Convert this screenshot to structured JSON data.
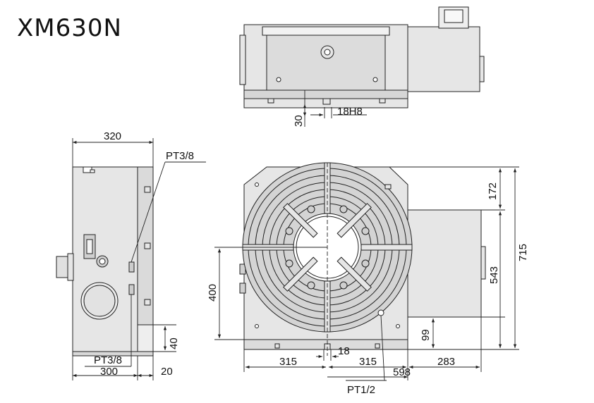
{
  "model": "XM630N",
  "dimensions": {
    "top_30": "30",
    "top_18h8": "18H8",
    "left_320": "320",
    "left_40": "40",
    "left_300": "300",
    "left_20": "20",
    "front_400": "400",
    "front_172": "172",
    "front_715": "715",
    "front_543": "543",
    "front_99": "99",
    "front_18": "18",
    "front_315_left": "315",
    "front_315_right": "315",
    "front_283": "283",
    "front_598": "598"
  },
  "ports": {
    "pt38_top": "PT3/8",
    "pt38_bottom": "PT3/8",
    "pt12": "PT1/2"
  },
  "colors": {
    "body": "#e6e6e6",
    "face": "#d2d2d2",
    "line": "#222222"
  }
}
